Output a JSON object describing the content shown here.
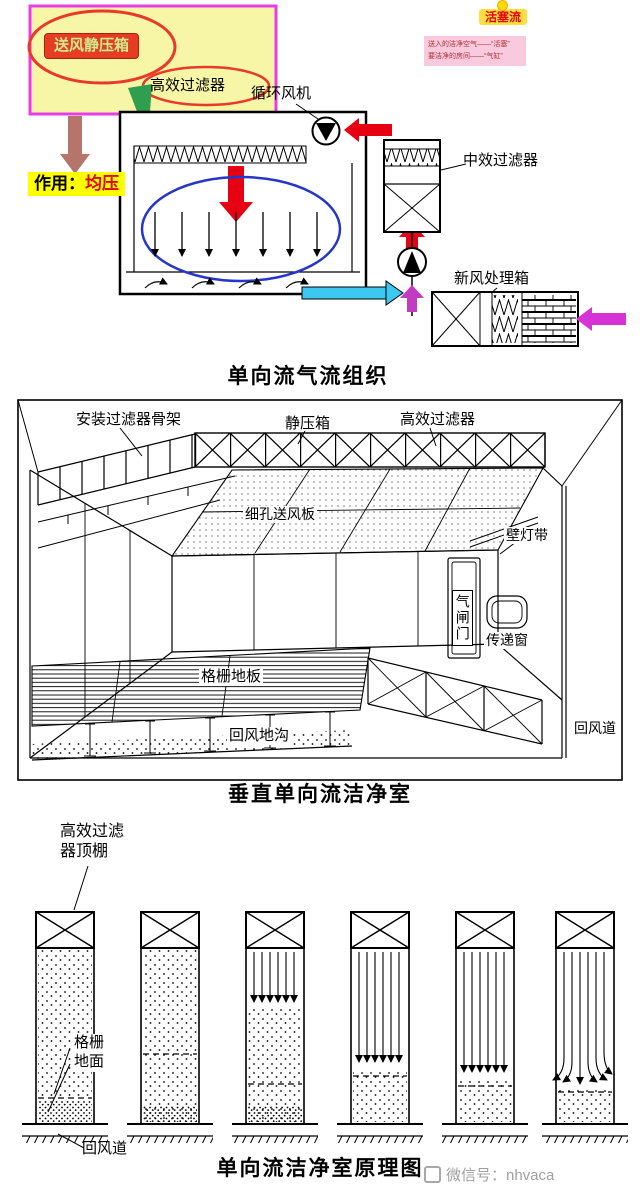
{
  "colors": {
    "red": "#e60012",
    "yellow_highlight": "#ffff00",
    "magenta": "#d633d6",
    "purple": "#c23cc2",
    "cyan": "#3cc8f0",
    "green": "#2f9e4e",
    "brown_arrow": "#b5756b",
    "blue_ellipse": "#2636c8",
    "annotation_bg": "#f7f6a6",
    "annotation_border": "#e93ce9",
    "badge_bg": "#ffdf3c",
    "note_bg": "#f9c9de",
    "plenum_pill_bg": "#e53c23",
    "plenum_pill_text": "#cdeb8b",
    "watermark_gray": "#a0a0a0"
  },
  "top": {
    "badge": "活塞流",
    "note_line1": "送入的洁净空气——“活塞”",
    "note_line2": "要洁净的房间——“气缸”",
    "supply_plenum": "送风静压箱",
    "hepa_filter": "高效过滤器",
    "circulation_fan": "循环风机",
    "mid_filter": "中效过滤器",
    "fresh_air_unit": "新风处理箱",
    "function_prefix": "作用：",
    "function_value": "均压",
    "title": "单向流气流组织"
  },
  "middle": {
    "filter_frame": "安装过滤器骨架",
    "plenum": "静压箱",
    "hepa_filter": "高效过滤器",
    "perforated_plate": "细孔送风板",
    "wall_light": "壁灯带",
    "air_lock_door": "气闸门",
    "transfer_window": "传递窗",
    "grille_floor": "格栅地板",
    "return_trench": "回风地沟",
    "return_duct": "回风道",
    "title": "垂直单向流洁净室"
  },
  "bottom": {
    "hepa_ceiling_line1": "高效过滤",
    "hepa_ceiling_line2": "器顶棚",
    "grille_line1": "格栅",
    "grille_line2": "地面",
    "return_duct": "回风道",
    "title": "单向流洁净室原理图"
  },
  "watermark": {
    "text": "微信号：nhvaca"
  }
}
